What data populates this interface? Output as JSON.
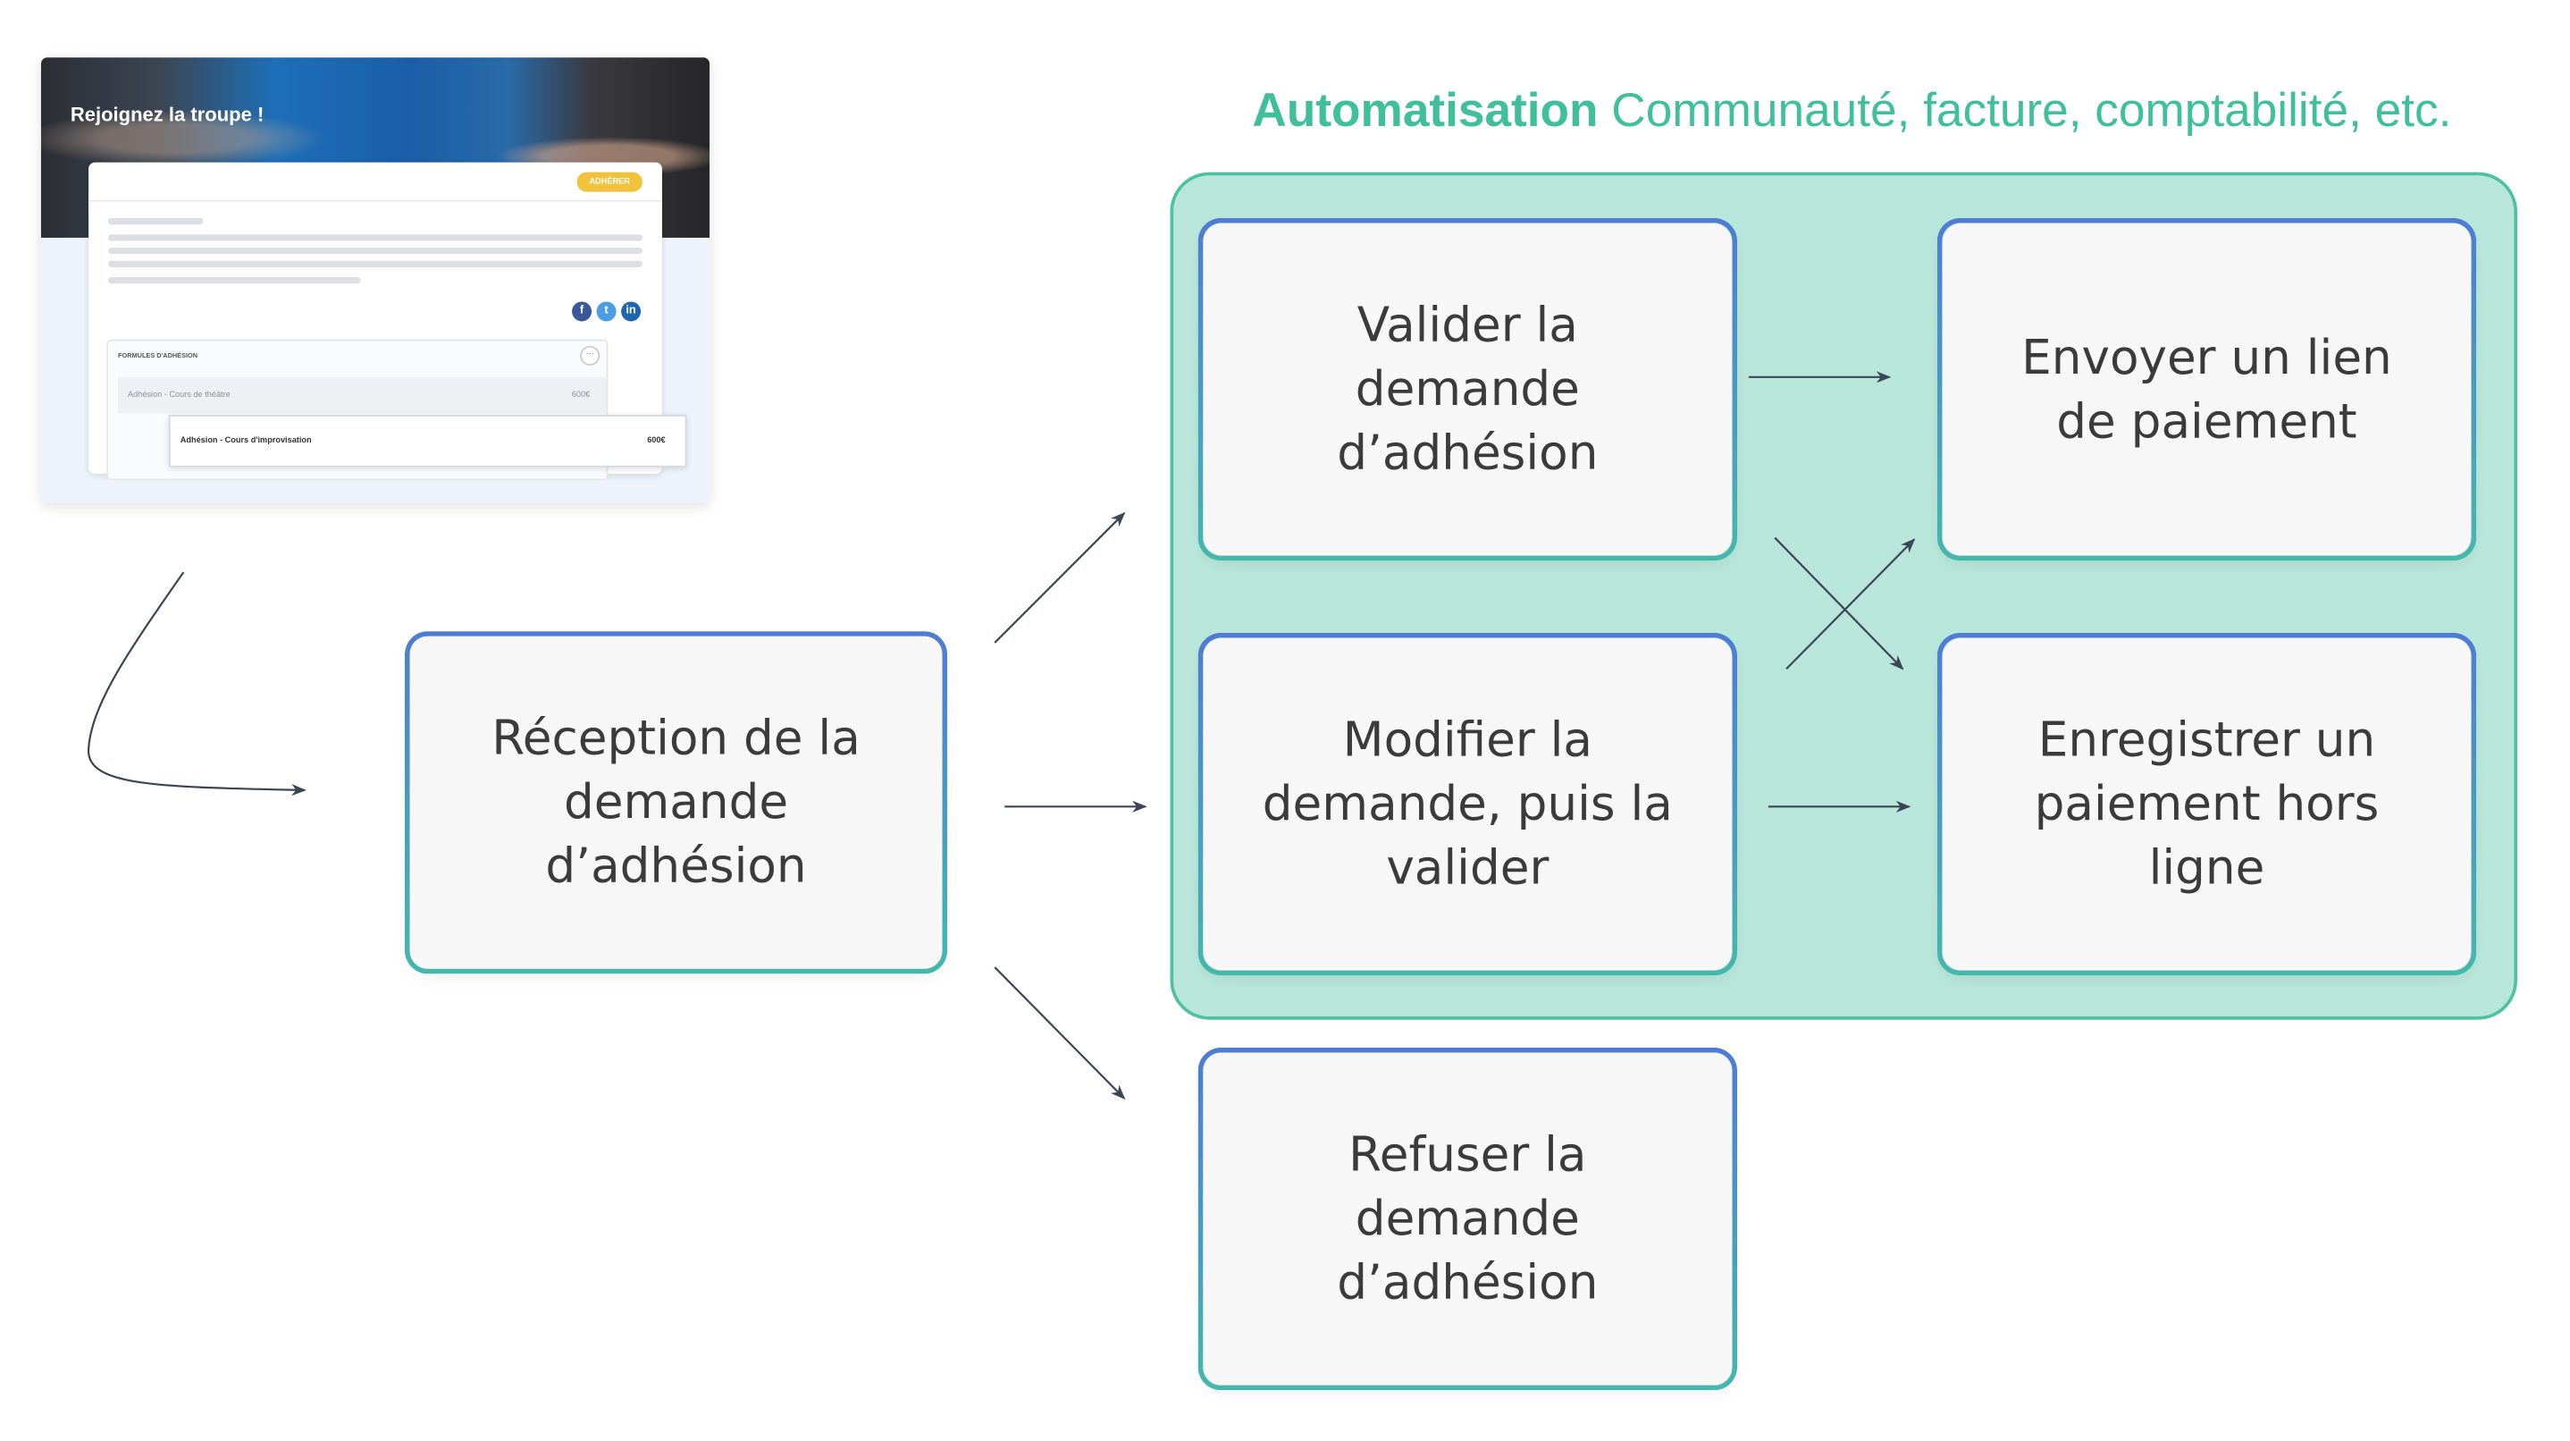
{
  "title": {
    "strong": "Automatisation",
    "rest": "Communauté, facture, comptabilité, etc."
  },
  "thumbnail": {
    "banner_title": "Rejoignez la troupe !",
    "join_button": "ADHÉRER",
    "social": [
      "f",
      "t",
      "in"
    ],
    "formules_label": "FORMULES D'ADHÉSION",
    "options": [
      {
        "label": "Adhésion - Cours de théâtre",
        "price": "600€"
      },
      {
        "label": "Adhésion - Cours d'improvisation",
        "price": "600€"
      }
    ]
  },
  "boxes": {
    "reception": "Réception de la demande d’adhésion",
    "valider": "Valider la demande d’adhésion",
    "modifier": "Modifier la demande, puis la valider",
    "refuser": "Refuser la demande d’adhésion",
    "envoyer": "Envoyer un lien de paiement",
    "enregistrer": "Enregistrer un paiement hors ligne"
  },
  "colors": {
    "accent_green": "#3fbf9c",
    "panel_fill": "#b9e6da",
    "panel_border": "#4cc2a2",
    "box_border_top": "#4e7cd3",
    "box_border_bottom": "#45b8ad",
    "arrow": "#3a4656"
  }
}
